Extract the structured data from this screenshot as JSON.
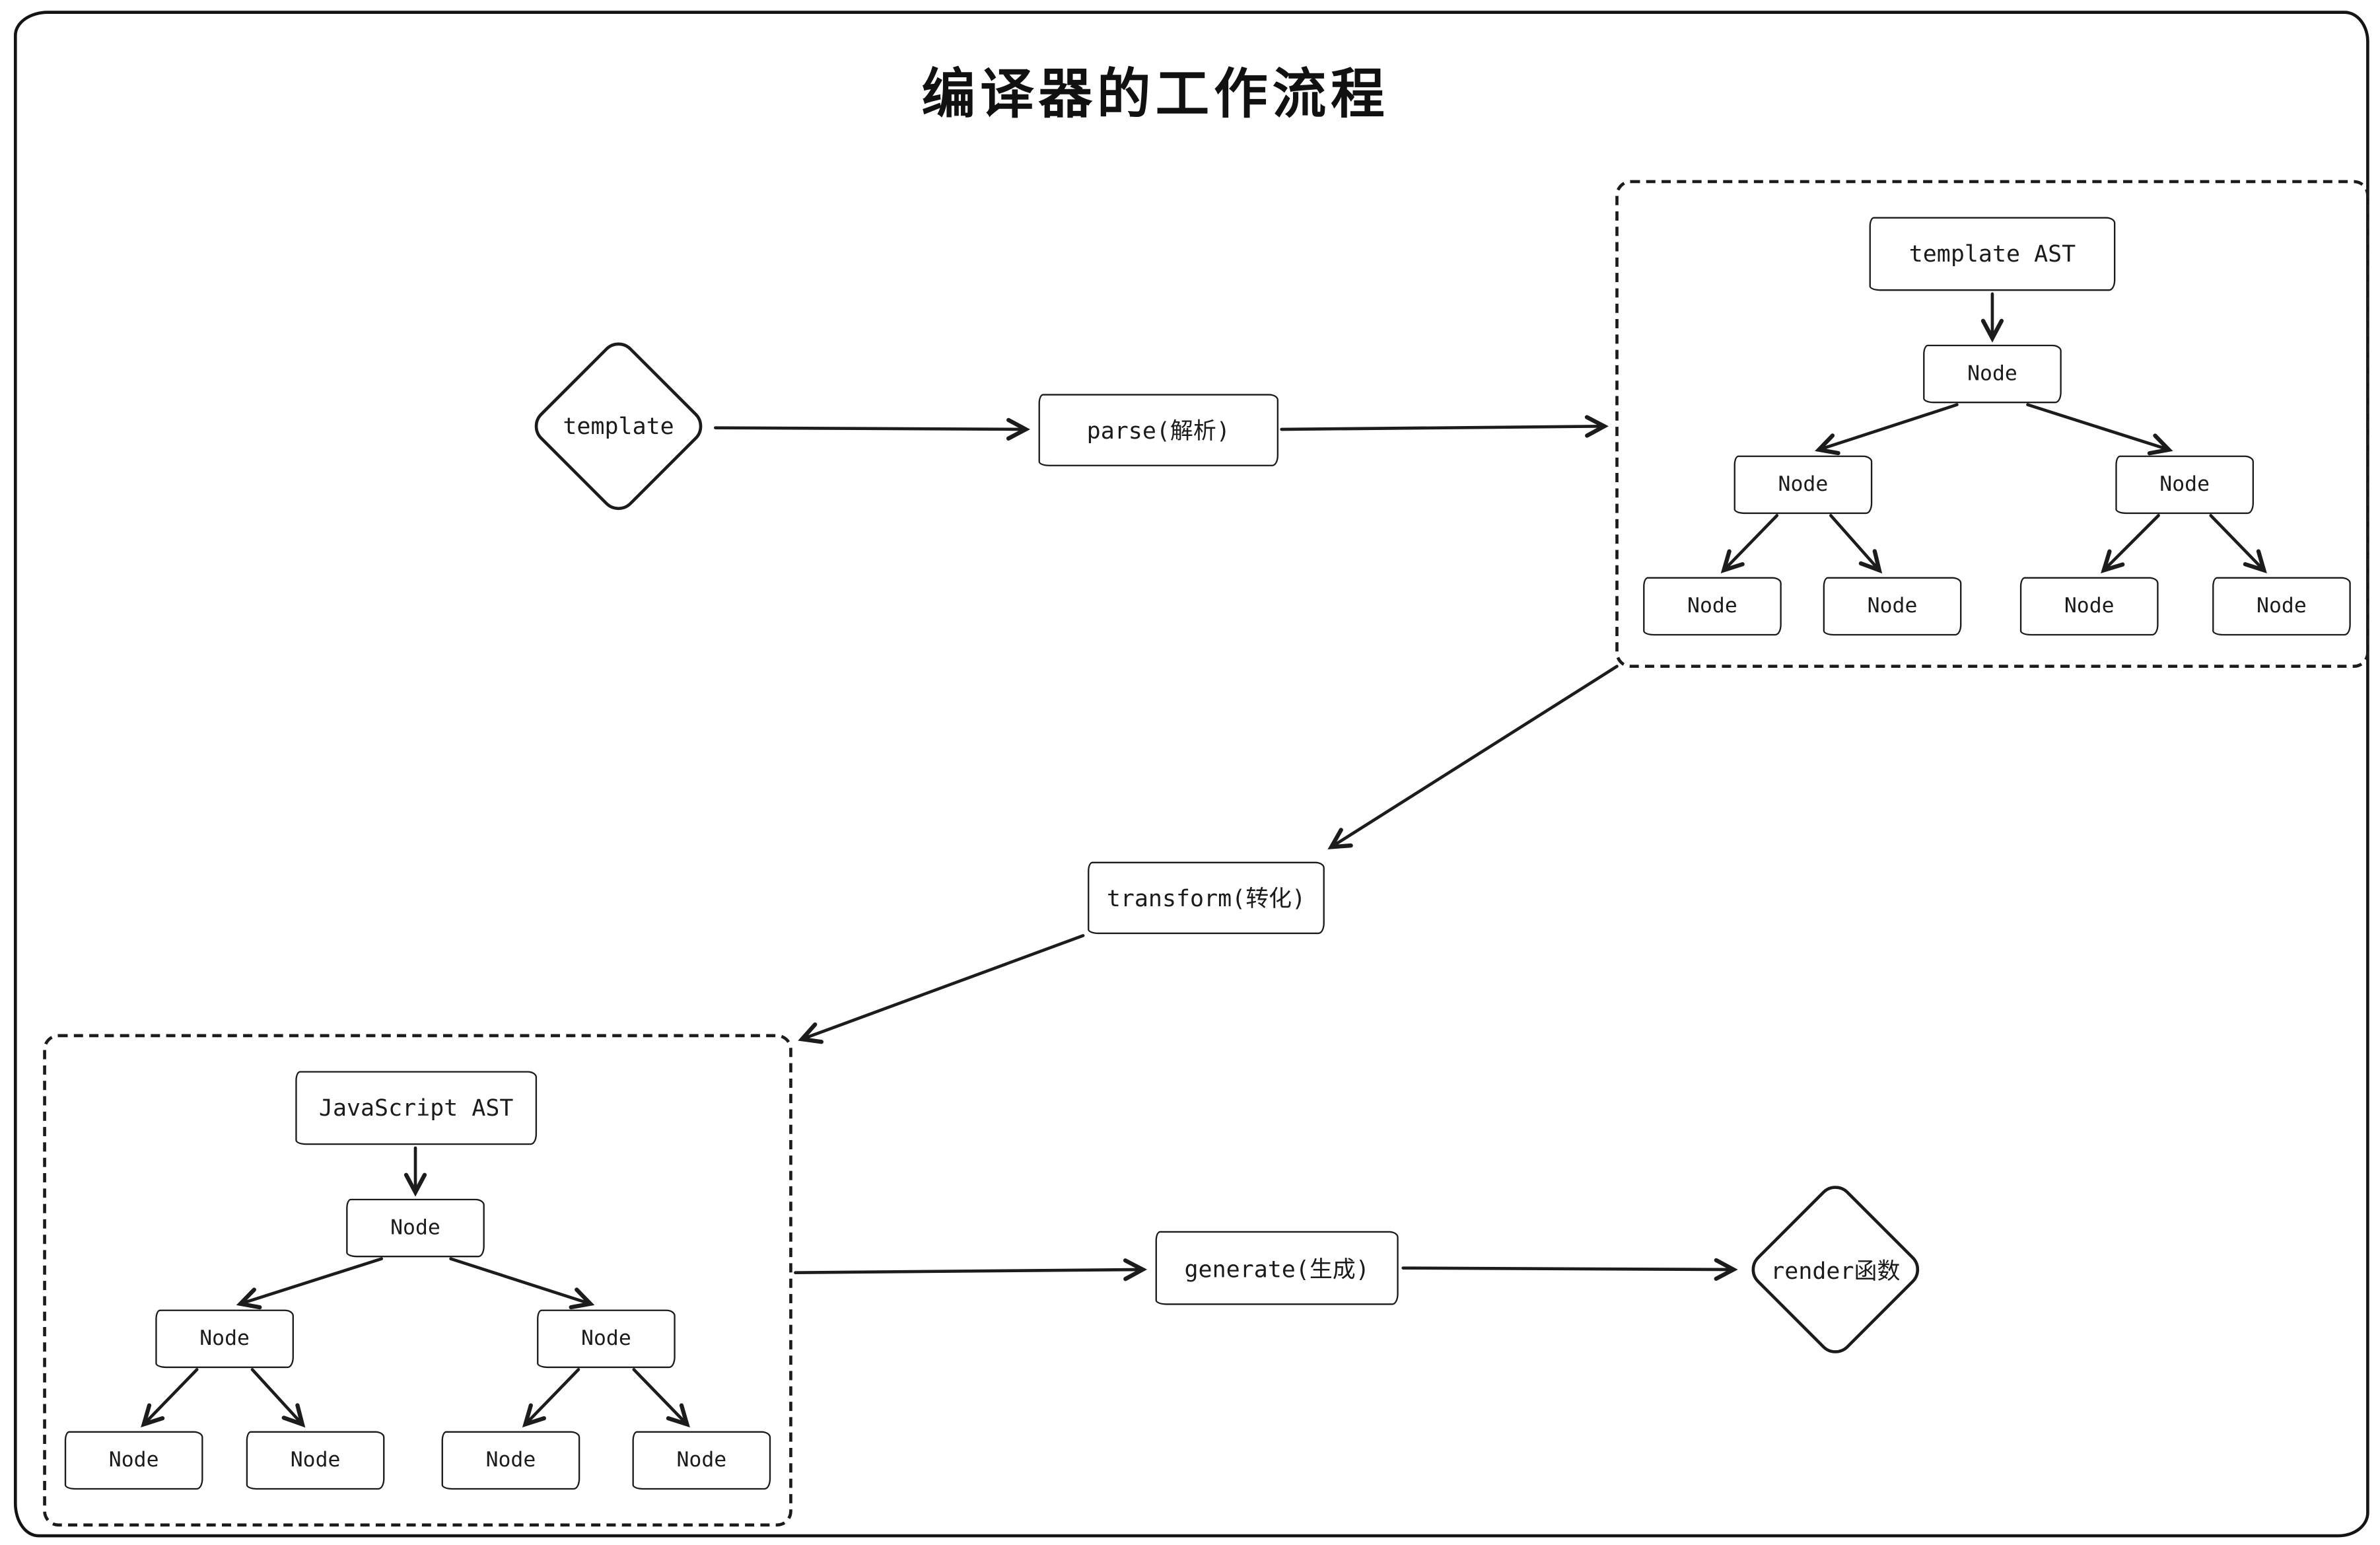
{
  "title": "编译器的工作流程",
  "flow": {
    "template": "template",
    "parse": "parse(解析)",
    "transform": "transform(转化)",
    "generate": "generate(生成)",
    "render": "render函数"
  },
  "template_ast": {
    "root": "template AST",
    "l1": "Node",
    "l2": [
      "Node",
      "Node"
    ],
    "l3": [
      "Node",
      "Node",
      "Node",
      "Node"
    ]
  },
  "javascript_ast": {
    "root": "JavaScript AST",
    "l1": "Node",
    "l2": [
      "Node",
      "Node"
    ],
    "l3": [
      "Node",
      "Node",
      "Node",
      "Node"
    ]
  }
}
